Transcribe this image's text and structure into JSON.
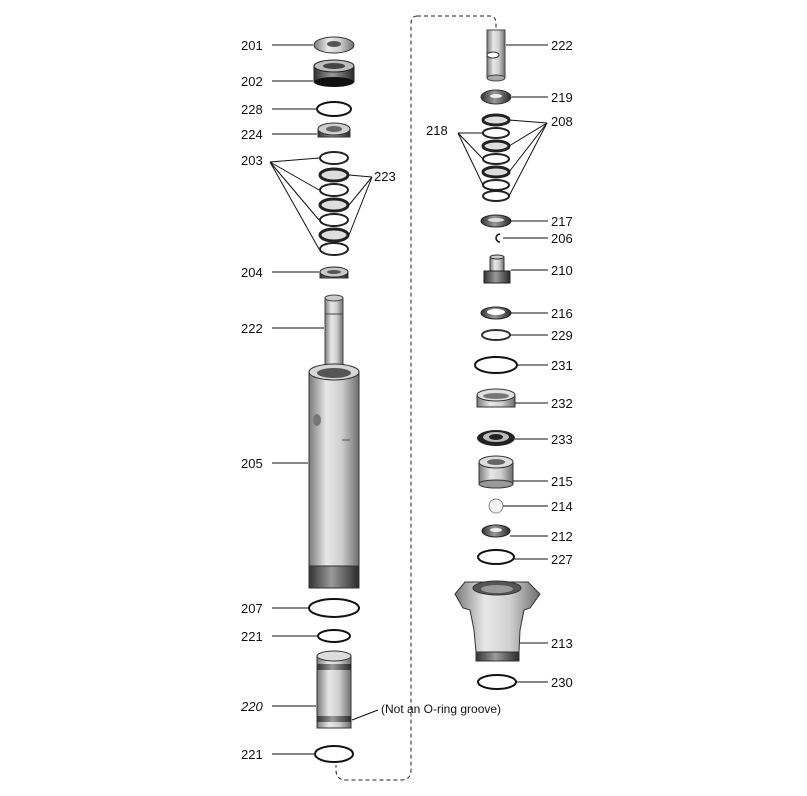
{
  "parts": {
    "p201": "201",
    "p202": "202",
    "p228": "228",
    "p224": "224",
    "p203": "203",
    "p223": "223",
    "p204": "204",
    "p222a": "222",
    "p205": "205",
    "p207": "207",
    "p221a": "221",
    "p220": "220",
    "p221b": "221",
    "p222b": "222",
    "p219": "219",
    "p218": "218",
    "p208": "208",
    "p217": "217",
    "p206": "206",
    "p210": "210",
    "p216": "216",
    "p229": "229",
    "p231": "231",
    "p232": "232",
    "p233": "233",
    "p215": "215",
    "p214": "214",
    "p212": "212",
    "p227": "227",
    "p213": "213",
    "p230": "230"
  },
  "note": "(Not an O-ring groove)"
}
